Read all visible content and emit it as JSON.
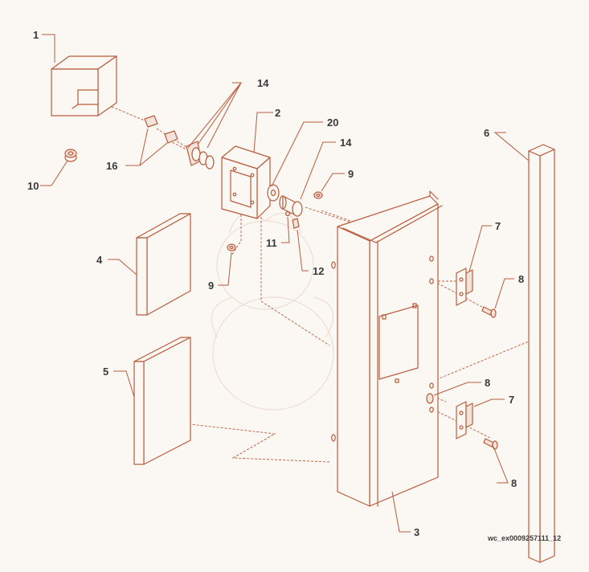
{
  "callouts": [
    "1",
    "2",
    "3",
    "4",
    "5",
    "6",
    "7",
    "7",
    "8",
    "8",
    "8",
    "9",
    "9",
    "10",
    "11",
    "12",
    "14",
    "14",
    "16",
    "20"
  ],
  "drawing_code": "wc_ex0009257111_12",
  "colors": {
    "line": "#b85c3c",
    "text": "#3a3a3a",
    "background": "#fbf7f3"
  }
}
